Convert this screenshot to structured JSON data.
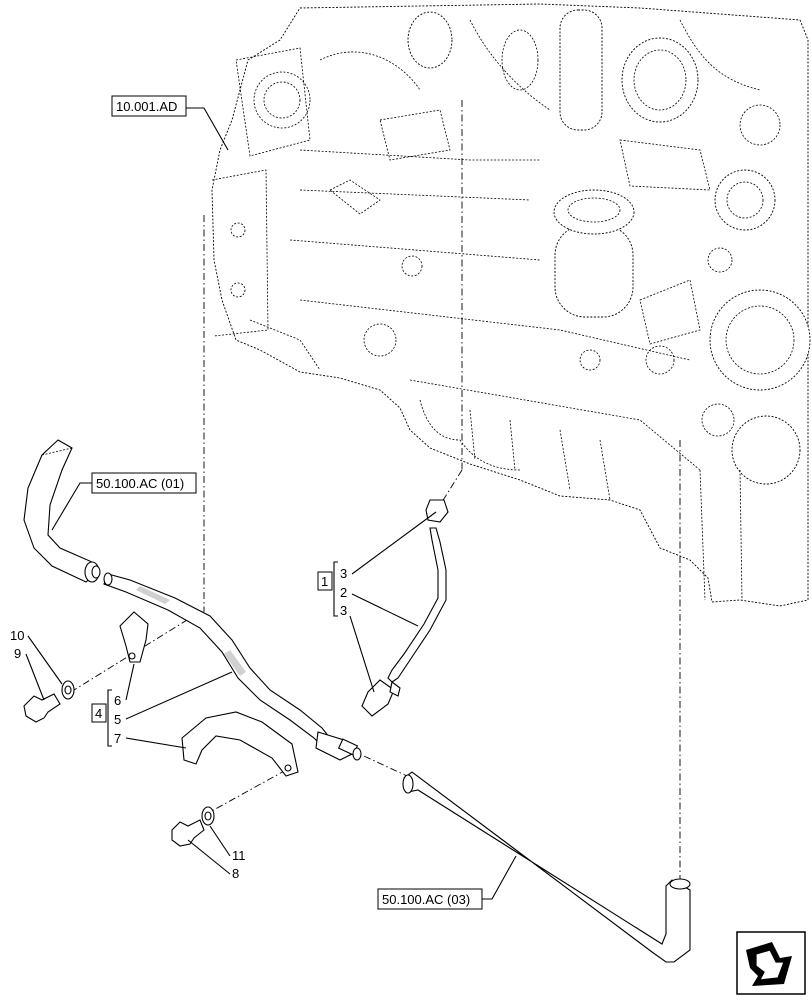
{
  "refs": {
    "engine": "10.001.AD",
    "coolant_upper": "50.100.AC (01)",
    "coolant_lower": "50.100.AC (03)"
  },
  "callouts": {
    "group_a": "1",
    "group_a_items": [
      "3",
      "2",
      "3"
    ],
    "group_b": "4",
    "group_b_items": [
      "6",
      "5",
      "7"
    ],
    "bolt_upper": "10",
    "washer_upper": "9",
    "washer_lower": "11",
    "bolt_lower": "8"
  },
  "nav_icon": "previous-page-arrow-icon"
}
